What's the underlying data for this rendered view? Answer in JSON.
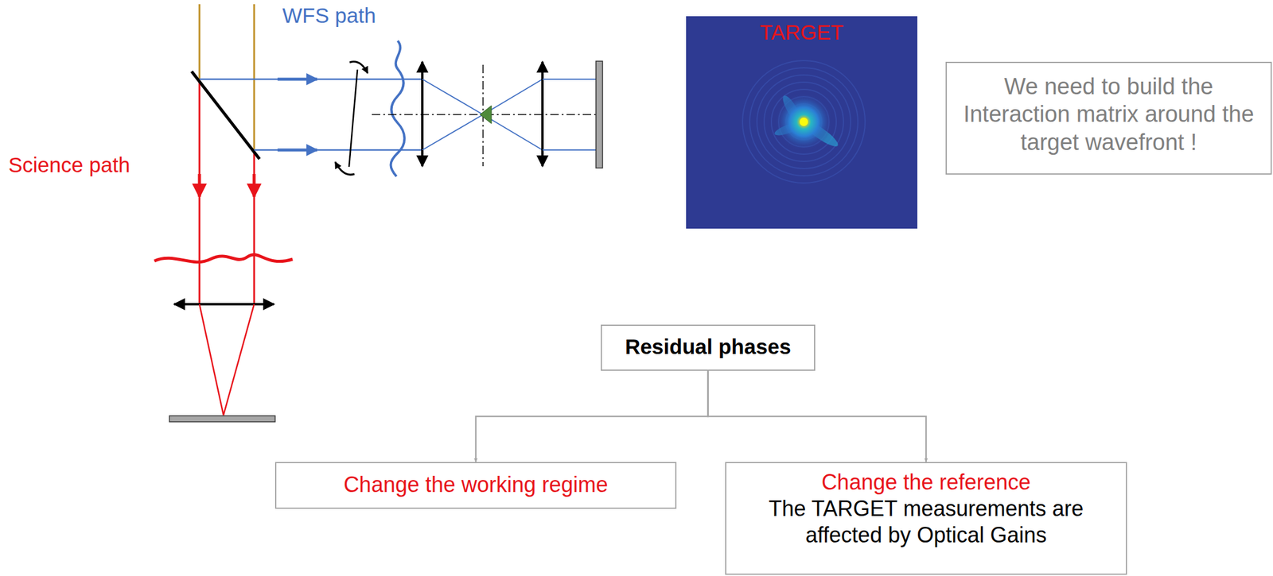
{
  "diagram": {
    "nodes": [
      {
        "text": [
          "TARGET"
        ]
      },
      {
        "text": [
          "We need to build the Interaction matrix around the target wavefront !"
        ]
      },
      {
        "text": [
          "Residual phases"
        ]
      },
      {
        "text": [
          "Change the working regime"
        ]
      },
      {
        "text": [
          "Change the reference",
          "The TARGET measurements are affected by Optical Gains"
        ]
      }
    ],
    "edges": [
      {
        "from": 2,
        "to": 3,
        "arrow": "to"
      },
      {
        "from": 2,
        "to": 4,
        "arrow": "to"
      }
    ],
    "labels": [
      "WFS path",
      "Science path"
    ]
  }
}
